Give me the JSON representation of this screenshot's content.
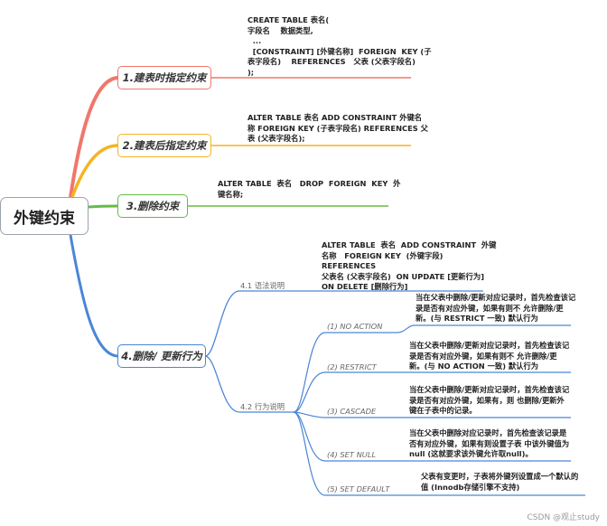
{
  "root": {
    "label": "外键约束"
  },
  "colors": {
    "branch1": "#f0776b",
    "branch2": "#f5b422",
    "branch3": "#66bb47",
    "branch4": "#4a86d6",
    "root_border": "#9aa3ad"
  },
  "topics": [
    {
      "label": "1.建表时指定约束",
      "note": [
        "CREATE TABLE 表名(",
        "字段名    数据类型,",
        "  ...",
        "  [CONSTRAINT] [外键名称]  FOREIGN  KEY (子",
        "表字段名)    REFERENCES   父表 (父表字段名)",
        ");"
      ]
    },
    {
      "label": "2.建表后指定约束",
      "note": [
        "ALTER TABLE 表名 ADD CONSTRAINT 外键名",
        "称 FOREIGN KEY (子表字段名) REFERENCES 父",
        "表 (父表字段名);"
      ]
    },
    {
      "label": "3.删除约束",
      "note": [
        "ALTER TABLE  表名   DROP  FOREIGN  KEY  外",
        "键名称;"
      ]
    },
    {
      "label": "4.删除/ 更新行为",
      "subtopics": [
        {
          "label": "4.1 语法说明",
          "note": [
            "ALTER TABLE  表名  ADD CONSTRAINT  外键",
            "名称   FOREIGN KEY  (外键字段)",
            "REFERENCES",
            "父表名 (父表字段名)  ON UPDATE [更新行为]",
            "ON DELETE [删除行为]"
          ]
        },
        {
          "label": "4.2 行为说明",
          "items": [
            {
              "label": "(1) NO ACTION",
              "note": [
                "当在父表中删除/更新对应记录时，首先检查该记",
                "录是否有对应外键，如果有则不 允许删除/更",
                "新。(与 RESTRICT 一致) 默认行为"
              ]
            },
            {
              "label": "(2) RESTRICT",
              "note": [
                "当在父表中删除/更新对应记录时，首先检查该记",
                "录是否有对应外键，如果有则不 允许删除/更",
                "新。(与 NO ACTION 一致) 默认行为"
              ]
            },
            {
              "label": "(3) CASCADE",
              "note": [
                "当在父表中删除/更新对应记录时，首先检查该记",
                "录是否有对应外键，如果有，则 也删除/更新外",
                "键在子表中的记录。"
              ]
            },
            {
              "label": "(4) SET NULL",
              "note": [
                "当在父表中删除对应记录时，首先检查该记录是",
                "否有对应外键，如果有则设置子表 中该外键值为",
                "null (这就要求该外键允许取null)。"
              ]
            },
            {
              "label": "(5) SET DEFAULT",
              "note": [
                "父表有变更时，子表将外键列设置成一个默认的",
                "值 (Innodb存储引擎不支持)"
              ]
            }
          ]
        }
      ]
    }
  ],
  "watermark": "CSDN @观止study"
}
